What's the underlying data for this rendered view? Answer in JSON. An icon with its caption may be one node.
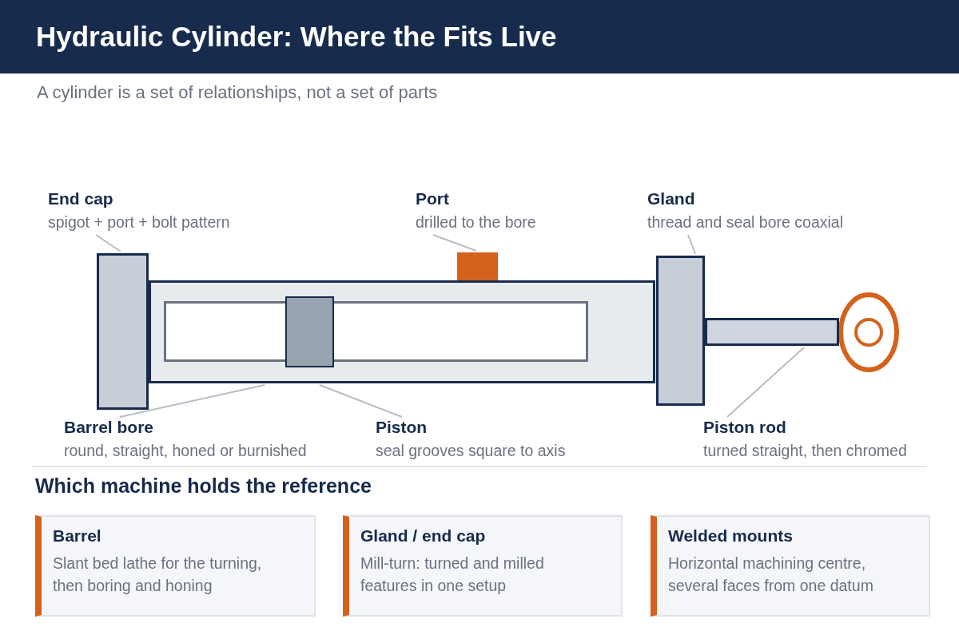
{
  "diagram": {
    "title": "Hydraulic Cylinder: Where the Fits Live",
    "nodes": [
      {
        "text": [
          "End cap",
          "spigot + port + bolt pattern"
        ]
      },
      {
        "text": [
          "Port",
          "drilled to the bore"
        ]
      },
      {
        "text": [
          "Gland",
          "thread and seal bore coaxial"
        ]
      },
      {
        "text": [],
        "shape": "box"
      },
      {
        "text": [],
        "shape": "box"
      },
      {
        "text": [],
        "shape": "box"
      },
      {
        "text": [],
        "shape": "box",
        "in": 5
      },
      {
        "text": [],
        "shape": "box"
      },
      {
        "text": [],
        "shape": "box"
      },
      {
        "text": [
          "Barrel bore",
          "round, straight, honed or burnished"
        ]
      },
      {
        "text": [
          "Piston",
          "seal grooves square to axis"
        ]
      },
      {
        "text": [
          "Piston rod",
          "turned straight, then chromed"
        ]
      },
      {
        "text": [
          "Barrel",
          "Slant bed lathe for the turning, then boring and honing"
        ]
      },
      {
        "text": [
          "Gland / end cap",
          "Mill-turn: turned and milled features in one setup"
        ]
      },
      {
        "text": [
          "Welded mounts",
          "Horizontal machining centre, several faces from one datum"
        ]
      }
    ],
    "edges": [
      {
        "from": 0,
        "to": 3,
        "arrow": "none"
      },
      {
        "from": 1,
        "to": 4,
        "arrow": "none"
      },
      {
        "from": 2,
        "to": 7,
        "arrow": "none"
      },
      {
        "from": 9,
        "to": 5,
        "arrow": "none"
      },
      {
        "from": 10,
        "to": 6,
        "arrow": "none"
      },
      {
        "from": 11,
        "to": 8,
        "arrow": "none"
      }
    ],
    "labels": [
      "A cylinder is a set of relationships, not a set of parts",
      "Which machine holds the reference"
    ]
  }
}
